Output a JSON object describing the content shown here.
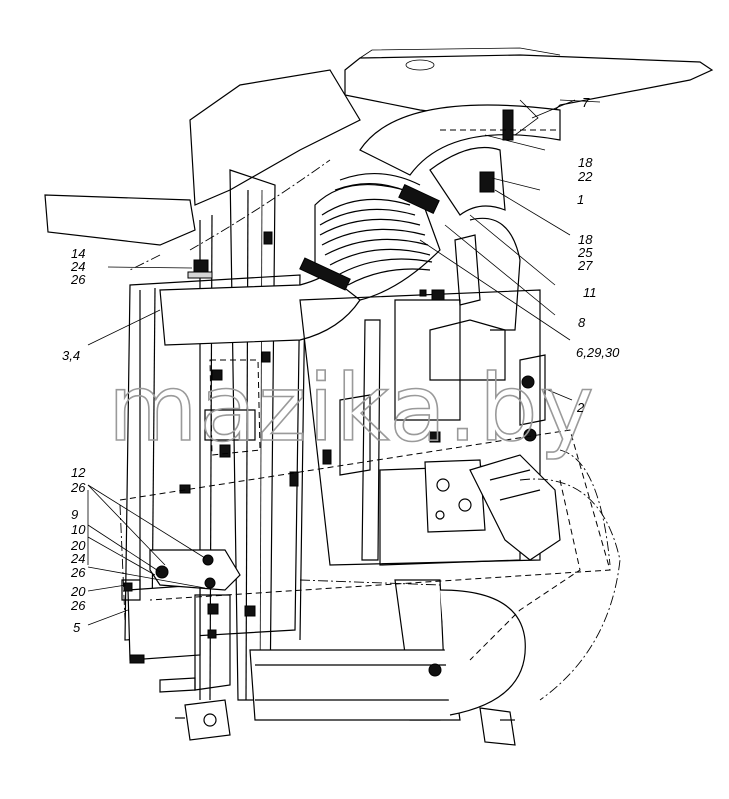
{
  "callouts": {
    "c7": "7",
    "c18a": "18",
    "c22": "22",
    "c1": "1",
    "c18b": "18",
    "c25": "25",
    "c27": "27",
    "c11": "11",
    "c8": "8",
    "c6_29_30": "6,29,30",
    "c2": "2",
    "c14": "14",
    "c24a": "24",
    "c26a": "26",
    "c3_4": "3,4",
    "c12": "12",
    "c26b": "26",
    "c9": "9",
    "c10": "10",
    "c20a": "20",
    "c24b": "24",
    "c26c": "26",
    "c20b": "20",
    "c26d": "26",
    "c5": "5"
  },
  "watermark": "mazika.by"
}
